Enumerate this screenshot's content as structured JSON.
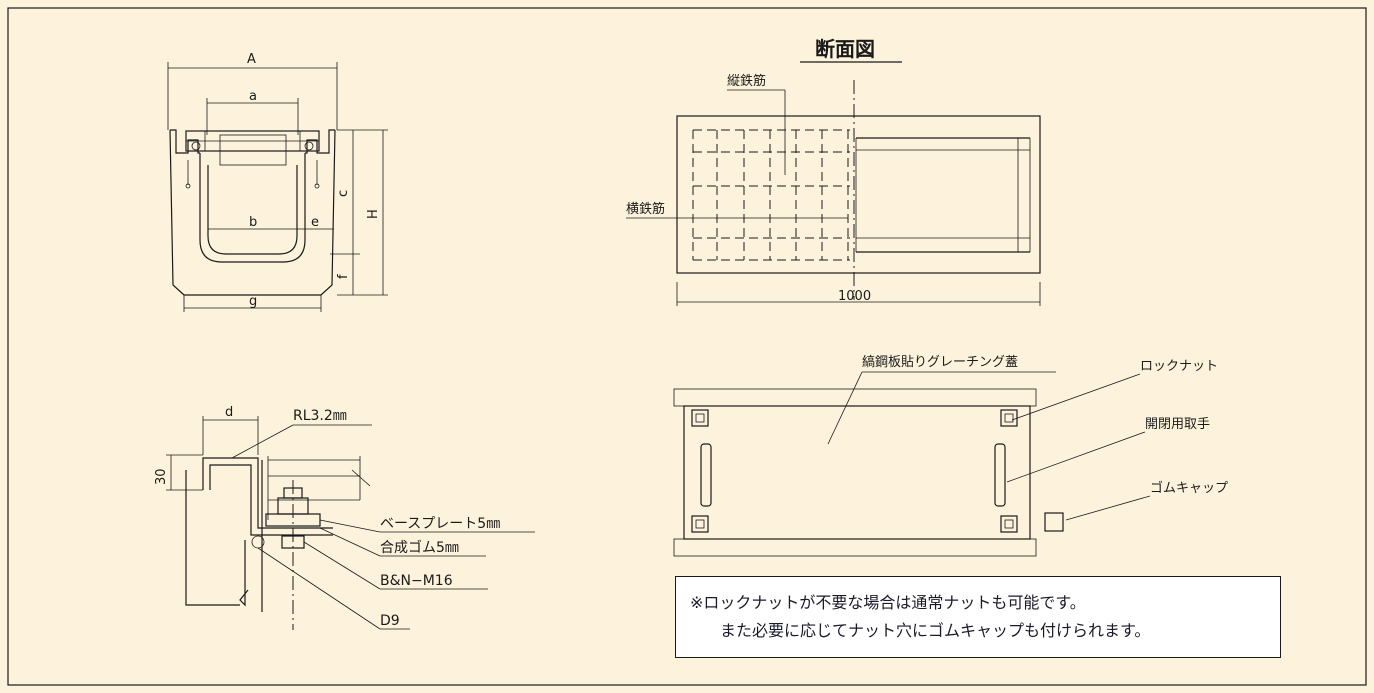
{
  "top_left_dims": {
    "A": "A",
    "a": "a",
    "b": "b",
    "e": "e",
    "c": "c",
    "H": "H",
    "f": "f",
    "g": "g"
  },
  "section": {
    "title": "断面図",
    "vertical_rebar": "縦鉄筋",
    "horizontal_rebar": "横鉄筋",
    "length": "1000"
  },
  "plan": {
    "grating_cover": "縞鋼板貼りグレーチング蓋",
    "lock_nut": "ロックナット",
    "handle": "開閉用取手",
    "rubber_cap": "ゴムキャップ"
  },
  "detail": {
    "d": "d",
    "h30": "30",
    "radius": "RL3.2㎜",
    "base_plate": "ベースプレート5㎜",
    "rubber": "合成ゴム5㎜",
    "bolt": "B&N−M16",
    "rebar": "D9"
  },
  "note": {
    "line1": "※ロックナットが不要な場合は通常ナットも可能です。",
    "line2": "また必要に応じてナット穴にゴムキャップも付けられます。"
  },
  "colors": {
    "background": "#fdf3dc",
    "line": "#1a1a1a",
    "note_bg": "#ffffff"
  }
}
